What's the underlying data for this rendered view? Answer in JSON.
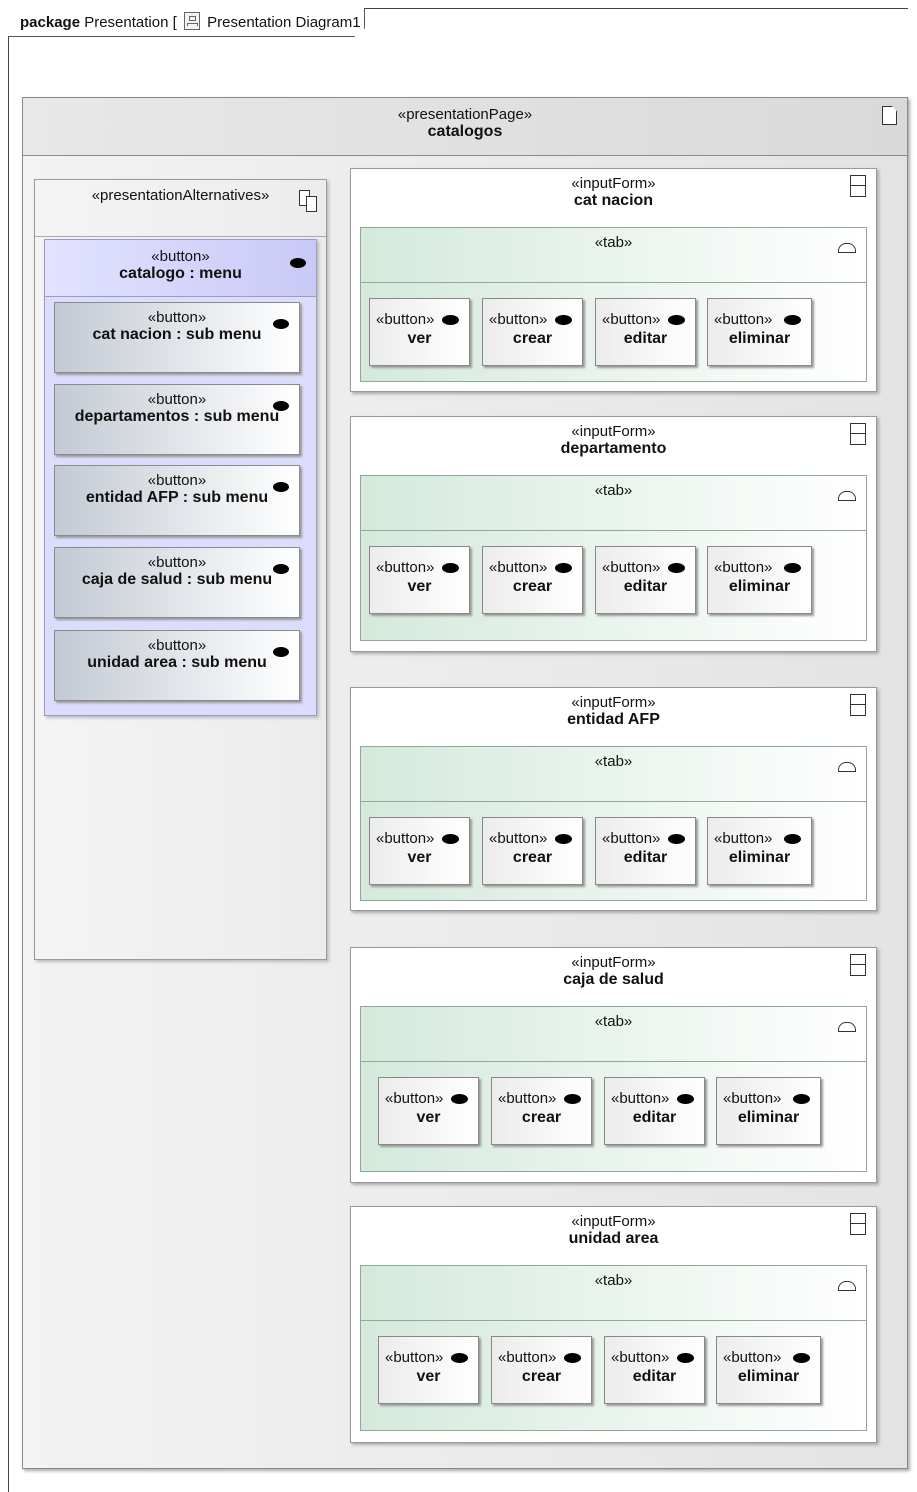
{
  "package": {
    "keyword": "package",
    "name": "Presentation",
    "open_bracket": "[",
    "diagram_name": "Presentation Diagram1",
    "close_bracket": "]"
  },
  "page": {
    "stereotype": "«presentationPage»",
    "name": "catalogos"
  },
  "alternatives": {
    "stereotype": "«presentationAlternatives»"
  },
  "menu": {
    "stereotype": "«button»",
    "name": "catalogo : menu",
    "items": [
      {
        "stereotype": "«button»",
        "name": "cat nacion : sub menu"
      },
      {
        "stereotype": "«button»",
        "name": "departamentos : sub menu"
      },
      {
        "stereotype": "«button»",
        "name": "entidad AFP : sub menu"
      },
      {
        "stereotype": "«button»",
        "name": "caja de salud : sub menu"
      },
      {
        "stereotype": "«button»",
        "name": "unidad area : sub menu"
      }
    ]
  },
  "forms": [
    {
      "stereotype": "«inputForm»",
      "name": "cat nacion",
      "tab": "«tab»",
      "buttons": [
        {
          "stereotype": "«button»",
          "name": "ver"
        },
        {
          "stereotype": "«button»",
          "name": "crear"
        },
        {
          "stereotype": "«button»",
          "name": "editar"
        },
        {
          "stereotype": "«button»",
          "name": "eliminar"
        }
      ]
    },
    {
      "stereotype": "«inputForm»",
      "name": "departamento",
      "tab": "«tab»",
      "buttons": [
        {
          "stereotype": "«button»",
          "name": "ver"
        },
        {
          "stereotype": "«button»",
          "name": "crear"
        },
        {
          "stereotype": "«button»",
          "name": "editar"
        },
        {
          "stereotype": "«button»",
          "name": "eliminar"
        }
      ]
    },
    {
      "stereotype": "«inputForm»",
      "name": "entidad AFP",
      "tab": "«tab»",
      "buttons": [
        {
          "stereotype": "«button»",
          "name": "ver"
        },
        {
          "stereotype": "«button»",
          "name": "crear"
        },
        {
          "stereotype": "«button»",
          "name": "editar"
        },
        {
          "stereotype": "«button»",
          "name": "eliminar"
        }
      ]
    },
    {
      "stereotype": "«inputForm»",
      "name": "caja de salud",
      "tab": "«tab»",
      "buttons": [
        {
          "stereotype": "«button»",
          "name": "ver"
        },
        {
          "stereotype": "«button»",
          "name": "crear"
        },
        {
          "stereotype": "«button»",
          "name": "editar"
        },
        {
          "stereotype": "«button»",
          "name": "eliminar"
        }
      ]
    },
    {
      "stereotype": "«inputForm»",
      "name": "unidad area",
      "tab": "«tab»",
      "buttons": [
        {
          "stereotype": "«button»",
          "name": "ver"
        },
        {
          "stereotype": "«button»",
          "name": "crear"
        },
        {
          "stereotype": "«button»",
          "name": "editar"
        },
        {
          "stereotype": "«button»",
          "name": "eliminar"
        }
      ]
    }
  ]
}
